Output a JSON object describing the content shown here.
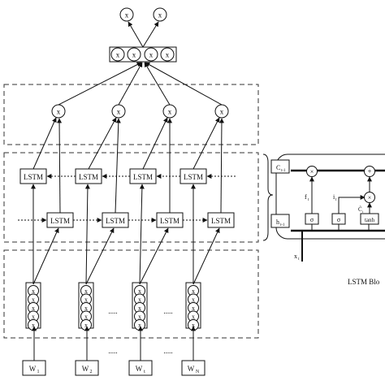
{
  "nodes": {
    "x": "x",
    "lstm": "LSTM",
    "inputs": [
      "W",
      "W",
      "W",
      "W"
    ],
    "input_subs": [
      "1",
      "2",
      "t",
      "N"
    ]
  },
  "dots": {
    "emb_gap": ".....",
    "input_gap": "....."
  },
  "block": {
    "c_prev": "C",
    "c_prev_sub": "t-1",
    "h_prev": "h",
    "h_prev_sub": "t-1",
    "x_in": "x",
    "x_in_sub": "t",
    "f_label": "f",
    "f_sub": "t",
    "i_label": "i",
    "i_sub": "t",
    "c_tilde": "C̃",
    "c_tilde_sub": "t",
    "sigma": "σ",
    "tanh": "tanh",
    "times": "×",
    "plus": "+",
    "caption": "LSTM Blo"
  },
  "colors": {
    "line": "#111111",
    "dash": "#333333",
    "block_fill": "#ffffff"
  }
}
